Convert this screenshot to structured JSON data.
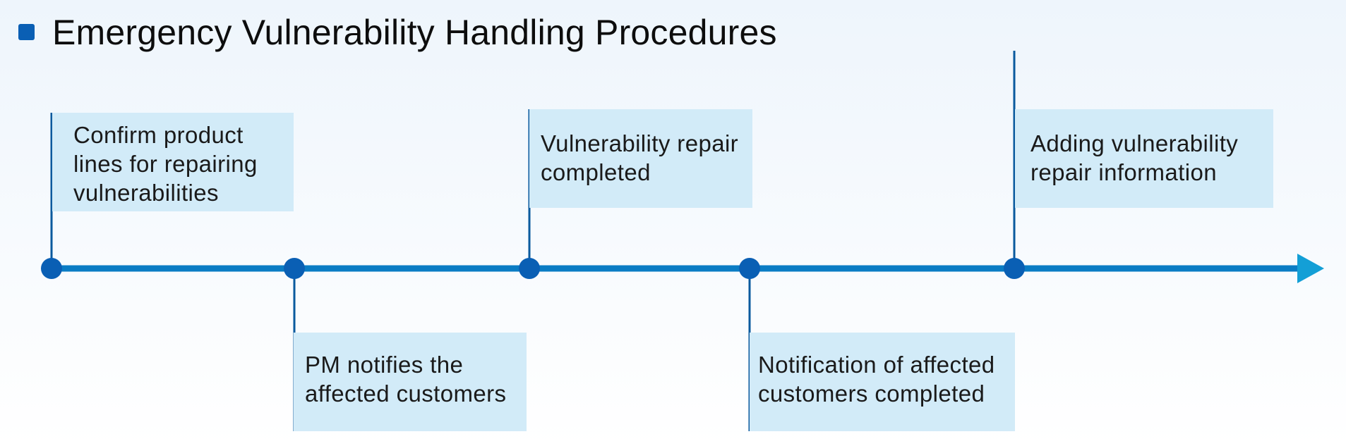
{
  "title": "Emergency Vulnerability Handling Procedures",
  "colors": {
    "title_marker": "#0a5fb4",
    "axis": "#0a7cc4",
    "arrow": "#139fd6",
    "node": "#0a5fb4",
    "connector": "#0a5a9e",
    "box_fill": "#d2ebf8"
  },
  "steps": [
    {
      "lines": [
        "Confirm product",
        "lines for repairing",
        "vulnerabilities"
      ],
      "position": "above"
    },
    {
      "lines": [
        "PM notifies the",
        "affected customers"
      ],
      "position": "below"
    },
    {
      "lines": [
        "Vulnerability repair",
        "completed"
      ],
      "position": "above"
    },
    {
      "lines": [
        "Notification of affected",
        "customers completed"
      ],
      "position": "below"
    },
    {
      "lines": [
        "Adding vulnerability",
        "repair information"
      ],
      "position": "above"
    }
  ]
}
